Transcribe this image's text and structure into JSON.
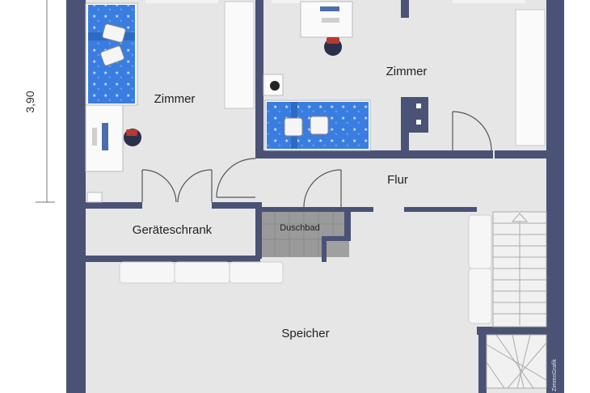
{
  "dimension": {
    "value": "3,90"
  },
  "rooms": {
    "zimmer_left": "Zimmer",
    "zimmer_right": "Zimmer",
    "flur": "Flur",
    "geraeteschrank": "Geräteschrank",
    "duschbad": "Duschbad",
    "speicher": "Speicher"
  },
  "credit": "ZimmoGrafik",
  "colors": {
    "wall": "#4a5275",
    "floor": "#e6e6e6",
    "bathroom_tile": "#9d9d9d",
    "bed": "#3d7fe0",
    "furniture": "#fafafa"
  }
}
